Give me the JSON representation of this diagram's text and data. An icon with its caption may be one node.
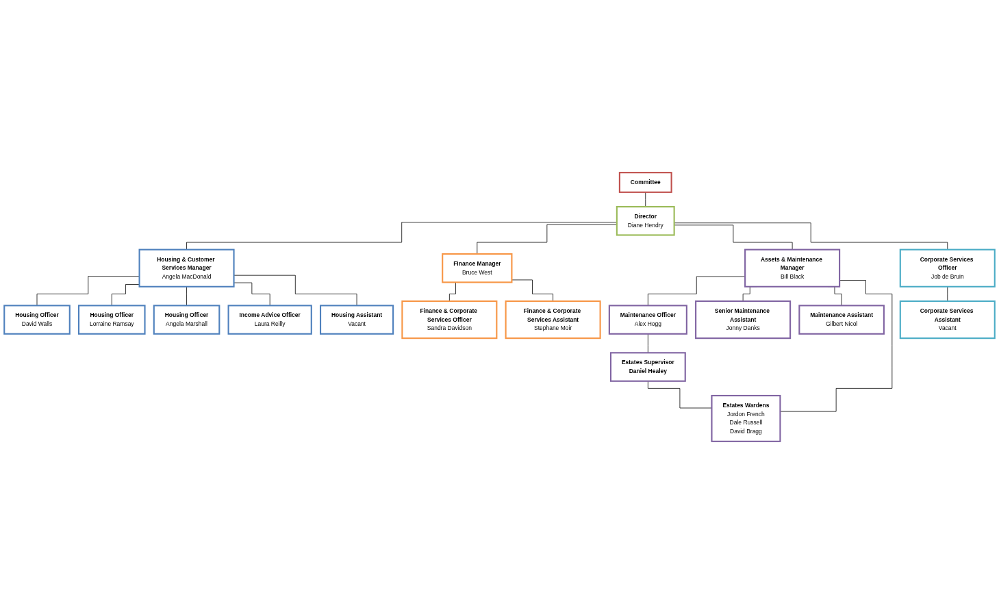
{
  "diagram": {
    "nodes": [
      {
        "text": [
          "Committee"
        ]
      },
      {
        "text": [
          "Director",
          "Diane Hendry"
        ]
      },
      {
        "text": [
          "Housing & Customer Services Manager",
          "Angela MacDonald"
        ]
      },
      {
        "text": [
          "Finance Manager",
          "Bruce West"
        ]
      },
      {
        "text": [
          "Assets & Maintenance Manager",
          "Bill Black"
        ]
      },
      {
        "text": [
          "Corporate Services Officer",
          "Job de Bruin"
        ]
      },
      {
        "text": [
          "Housing Officer",
          "David Walls"
        ]
      },
      {
        "text": [
          "Housing Officer",
          "Lorraine Ramsay"
        ]
      },
      {
        "text": [
          "Housing Officer",
          "Angela Marshall"
        ]
      },
      {
        "text": [
          "Income Advice Officer",
          "Laura Reilly"
        ]
      },
      {
        "text": [
          "Housing Assistant",
          "Vacant"
        ]
      },
      {
        "text": [
          "Finance & Corporate Services Officer",
          "Sandra Davidson"
        ]
      },
      {
        "text": [
          "Finance & Corporate Services Assistant",
          "Stephane Moir"
        ]
      },
      {
        "text": [
          "Maintenance Officer",
          "Alex Hogg"
        ]
      },
      {
        "text": [
          "Senior Maintenance Assistant",
          "Jonny Danks"
        ]
      },
      {
        "text": [
          "Estates Supervisor",
          "Daniel Healey"
        ]
      },
      {
        "text": [
          "Maintenance Assistant",
          "Gilbert Nicol"
        ]
      },
      {
        "text": [
          "Estates Wardens",
          "Jordon French",
          "Dale Russell",
          "David Bragg"
        ]
      },
      {
        "text": [
          "Corporate Services Assistant",
          "Vacant"
        ]
      }
    ],
    "edges": [
      {
        "from": 0,
        "to": 1,
        "arrow": "none"
      },
      {
        "from": 1,
        "to": 2,
        "arrow": "none"
      },
      {
        "from": 1,
        "to": 3,
        "arrow": "none"
      },
      {
        "from": 1,
        "to": 4,
        "arrow": "none"
      },
      {
        "from": 1,
        "to": 5,
        "arrow": "none"
      },
      {
        "from": 2,
        "to": 6,
        "arrow": "none"
      },
      {
        "from": 2,
        "to": 7,
        "arrow": "none"
      },
      {
        "from": 2,
        "to": 8,
        "arrow": "none"
      },
      {
        "from": 2,
        "to": 9,
        "arrow": "none"
      },
      {
        "from": 2,
        "to": 10,
        "arrow": "none"
      },
      {
        "from": 3,
        "to": 11,
        "arrow": "none"
      },
      {
        "from": 3,
        "to": 12,
        "arrow": "none"
      },
      {
        "from": 4,
        "to": 13,
        "arrow": "none"
      },
      {
        "from": 4,
        "to": 14,
        "arrow": "none"
      },
      {
        "from": 13,
        "to": 15,
        "arrow": "none"
      },
      {
        "from": 4,
        "to": 16,
        "arrow": "none"
      },
      {
        "from": 15,
        "to": 17,
        "arrow": "none"
      },
      {
        "from": 4,
        "to": 17,
        "arrow": "none"
      },
      {
        "from": 5,
        "to": 18,
        "arrow": "none"
      }
    ]
  }
}
